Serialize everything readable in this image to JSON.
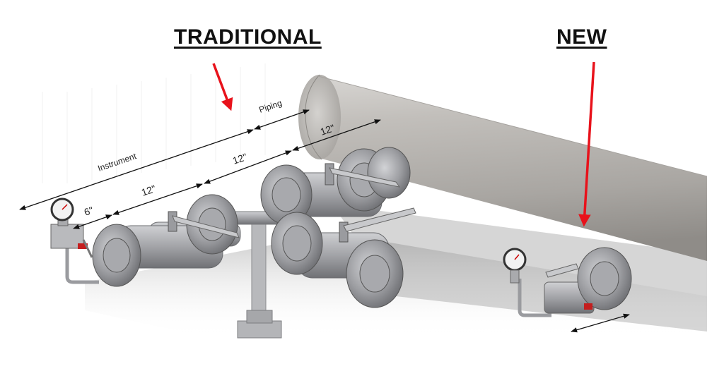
{
  "headings": {
    "traditional": "TRADITIONAL",
    "new": "NEW"
  },
  "dimensions": {
    "instrument": "Instrument",
    "piping": "Piping",
    "six_inch": "6\"",
    "twelve_a": "12\"",
    "twelve_b": "12\"",
    "twelve_c": "12\""
  },
  "colors": {
    "arrow": "#e8121b",
    "pipe": "#b9b6b2",
    "steel": "#a7a8ab",
    "shadow": "#c9c9c9"
  }
}
